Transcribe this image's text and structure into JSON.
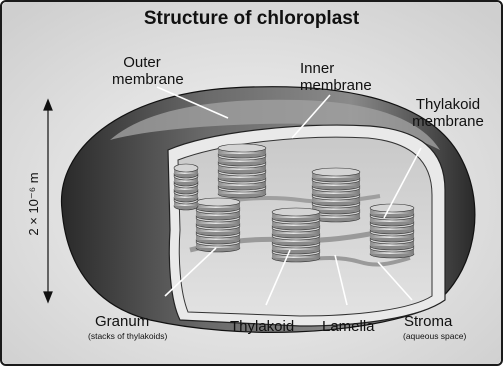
{
  "title": "Structure of chloroplast",
  "scale": {
    "text": "2 × 10⁻⁶ m"
  },
  "labels": {
    "outer_membrane": [
      "Outer",
      "membrane"
    ],
    "inner_membrane": [
      "Inner",
      "membrane"
    ],
    "thylakoid_membrane": [
      "Thylakoid",
      "membrane"
    ],
    "granum": "Granum",
    "granum_note": "(stacks of thylakoids)",
    "thylakoid": "Thylakoid",
    "lamella": "Lamella",
    "stroma": "Stroma",
    "stroma_note": "(aqueous space)"
  },
  "colors": {
    "outer_shell": "#3a3a3a",
    "inner_light": "#e8e8e8",
    "stroma_bg": "#d6d6d6",
    "grana": "#bdbdbd"
  }
}
